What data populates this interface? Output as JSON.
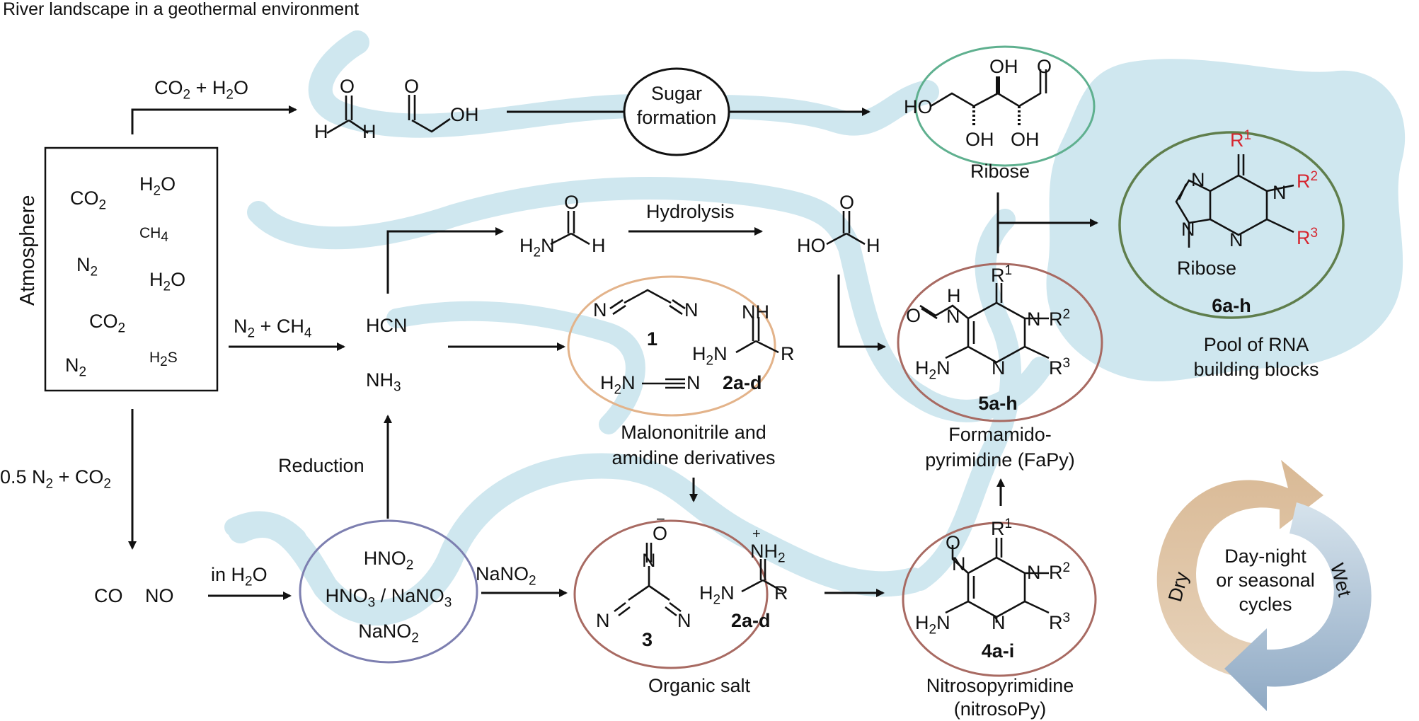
{
  "title": "River landscape in a geothermal environment",
  "atmosphere": {
    "label": "Atmosphere",
    "gases": {
      "co2_a": [
        "CO",
        "2",
        ""
      ],
      "h2o_a": [
        "H",
        "2",
        "O"
      ],
      "ch4": [
        "CH",
        "4",
        ""
      ],
      "n2_a": [
        "N",
        "2",
        ""
      ],
      "h2o_b": [
        "H",
        "2",
        "O"
      ],
      "co2_b": [
        "CO",
        "2",
        ""
      ],
      "h2s": [
        "H",
        "2",
        "S"
      ],
      "n2_b": [
        "N",
        "2",
        ""
      ]
    }
  },
  "reactions": {
    "co2_h2o": [
      "CO",
      "2",
      " + H",
      "2",
      "O"
    ],
    "n2_ch4": [
      "N",
      "2",
      " + CH",
      "4",
      ""
    ],
    "n2_co2": [
      "0.5 N",
      "2",
      " + CO",
      "2",
      ""
    ],
    "in_h2o": [
      "in H",
      "2",
      "O"
    ],
    "nano2_arrow": [
      "NaNO",
      "2",
      ""
    ],
    "hydrolysis": "Hydrolysis",
    "reduction": "Reduction"
  },
  "species": {
    "hcn": "HCN",
    "nh3": [
      "NH",
      "3",
      ""
    ],
    "co": "CO",
    "no": "NO",
    "hno2": [
      "HNO",
      "2",
      ""
    ],
    "hno3_nano3": [
      "HNO",
      "3",
      " / NaNO",
      "3",
      ""
    ],
    "nano2": [
      "NaNO",
      "2",
      ""
    ]
  },
  "sugar_formation": [
    "Sugar",
    "formation"
  ],
  "formaldehyde": {
    "o": "O",
    "h1": "H",
    "h2": "H"
  },
  "glycolaldehyde": {
    "o": "O",
    "oh": "OH"
  },
  "ribose": {
    "label": "Ribose",
    "ho": "HO",
    "oh_top": "OH",
    "o": "O",
    "oh_b1": "OH",
    "oh_b2": "OH"
  },
  "formamide": {
    "o": "O",
    "h2n": [
      "H",
      "2",
      "N"
    ],
    "h": "H"
  },
  "formic_acid": {
    "o": "O",
    "ho": "HO",
    "h": "H"
  },
  "malononitrile": {
    "label": [
      "Malononitrile and",
      "amidine derivatives"
    ],
    "n1": "N",
    "n2": "N",
    "compound": "1",
    "nh": "NH",
    "h2n_amidine": [
      "H",
      "2",
      "N"
    ],
    "r": "R",
    "amidine_compound": "2a-d",
    "h2n_cyanamide": [
      "H",
      "2",
      "N"
    ],
    "n_cyanamide": "N"
  },
  "organic_salt": {
    "label": "Organic salt",
    "n_oxide": "N",
    "o_minus": "O",
    "minus": "−",
    "n_left": "N",
    "n_right": "N",
    "compound": "3",
    "plus": "+",
    "nh2": [
      "NH",
      "2",
      ""
    ],
    "h2n": [
      "H",
      "2",
      "N"
    ],
    "r": "R",
    "amidine_compound": "2a-d"
  },
  "nitrosopyrimidine": {
    "label": [
      "Nitrosopyrimidine",
      "(nitrosoPy)"
    ],
    "o": "O",
    "n_nitroso": "N",
    "r1": "R",
    "r1_sup": "1",
    "n_ring": "N",
    "r2": "R",
    "r2_sup": "2",
    "h2n": [
      "H",
      "2",
      "N"
    ],
    "n_ring2": "N",
    "r3": "R",
    "r3_sup": "3",
    "compound": "4a-i"
  },
  "fapy": {
    "label": [
      "Formamido-",
      "pyrimidine (FaPy)"
    ],
    "h": "H",
    "o": "O",
    "n_amide": "N",
    "r1": "R",
    "r1_sup": "1",
    "n_ring": "N",
    "r2": "R",
    "r2_sup": "2",
    "h2n": [
      "H",
      "2",
      "N"
    ],
    "n_ring2": "N",
    "r3": "R",
    "r3_sup": "3",
    "compound": "5a-h"
  },
  "purine": {
    "label": [
      "Pool of RNA",
      "building blocks"
    ],
    "r1": "R",
    "r1_sup": "1",
    "n7": "N",
    "n1": "N",
    "r2": "R",
    "r2_sup": "2",
    "n9": "N",
    "n3": "N",
    "r3": "R",
    "r3_sup": "3",
    "ribose": "Ribose",
    "compound": "6a-h"
  },
  "cycle": {
    "center": [
      "Day-night",
      "or seasonal",
      "cycles"
    ],
    "dry": "Dry",
    "wet": "Wet"
  },
  "colors": {
    "river": "#cfe7ef",
    "ribose_ring": "#5fb08f",
    "purine_ring": "#5f7e4c",
    "pyrimidine_ring": "#a86a62",
    "malononitrile_ring": "#e3b38a",
    "nitrate_ring": "#7d7fb0",
    "sugar_ring": "#111111",
    "dry": "#d9b995",
    "wet": "#8fa9c4",
    "red_label": "#d6262f"
  }
}
